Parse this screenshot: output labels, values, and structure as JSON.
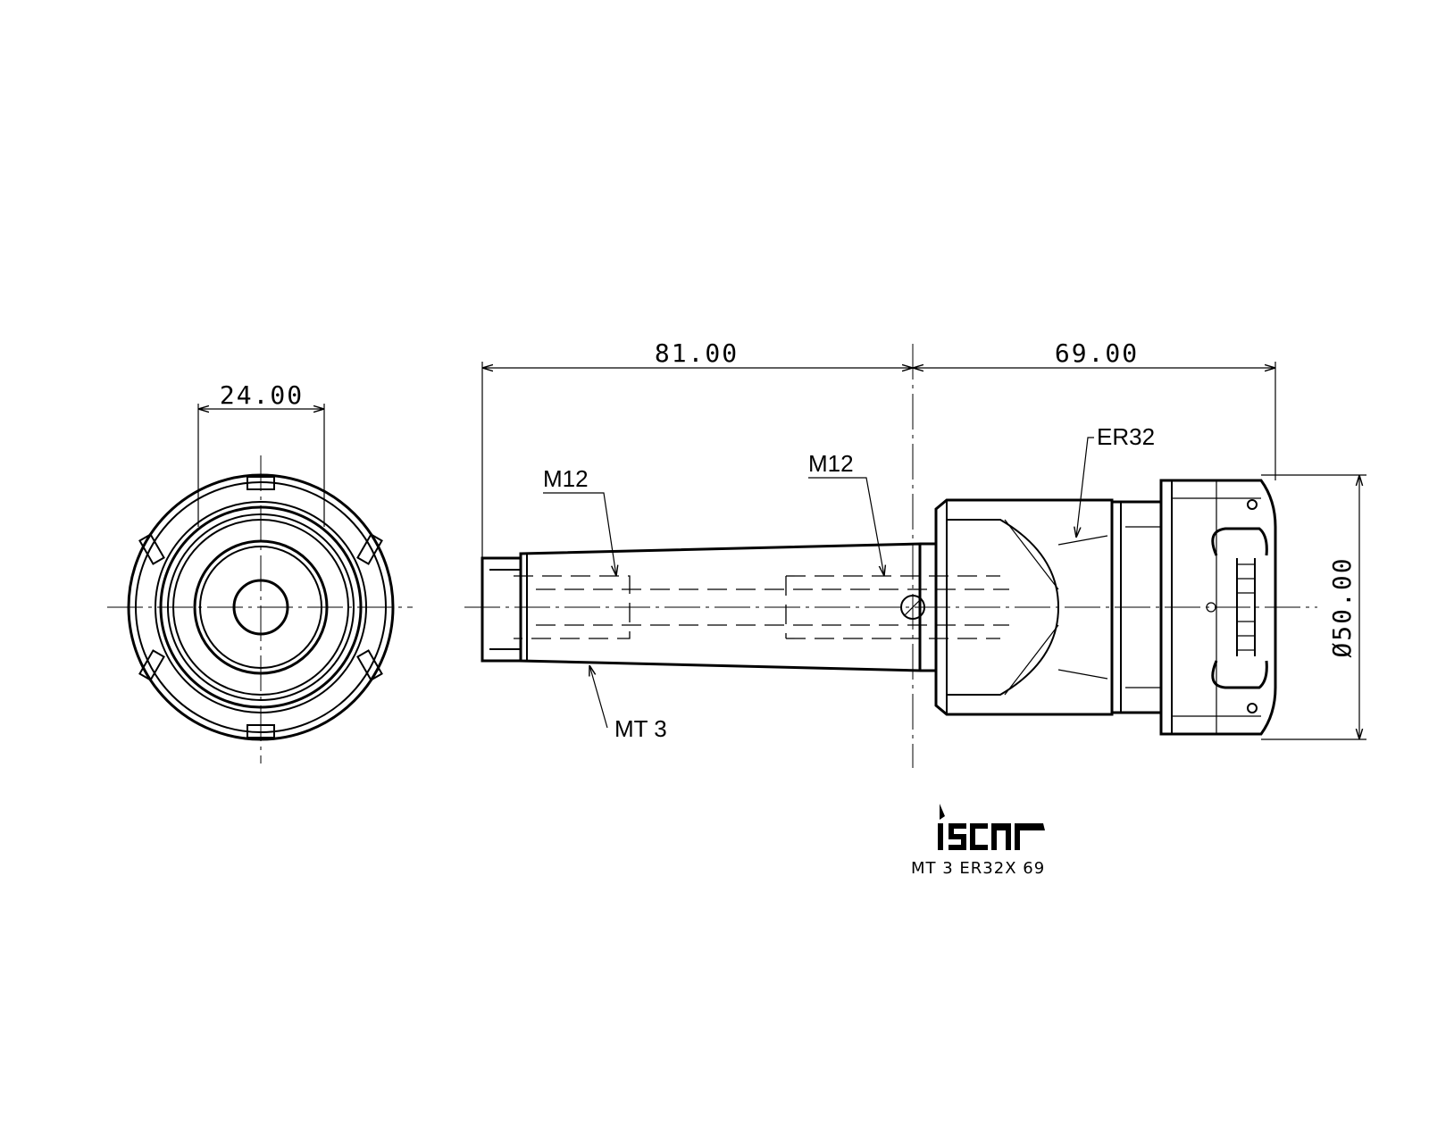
{
  "front_view": {
    "dim_width": "24.00"
  },
  "side_view": {
    "dim_shank_length": "81.00",
    "dim_nose_length": "69.00",
    "dim_diameter": "Ø50.00",
    "label_thread_left": "M12",
    "label_thread_right": "M12",
    "label_collet": "ER32",
    "label_taper": "MT 3"
  },
  "title_block": {
    "logo_text": "iscar",
    "designation": "MT 3 ER32X 69"
  }
}
